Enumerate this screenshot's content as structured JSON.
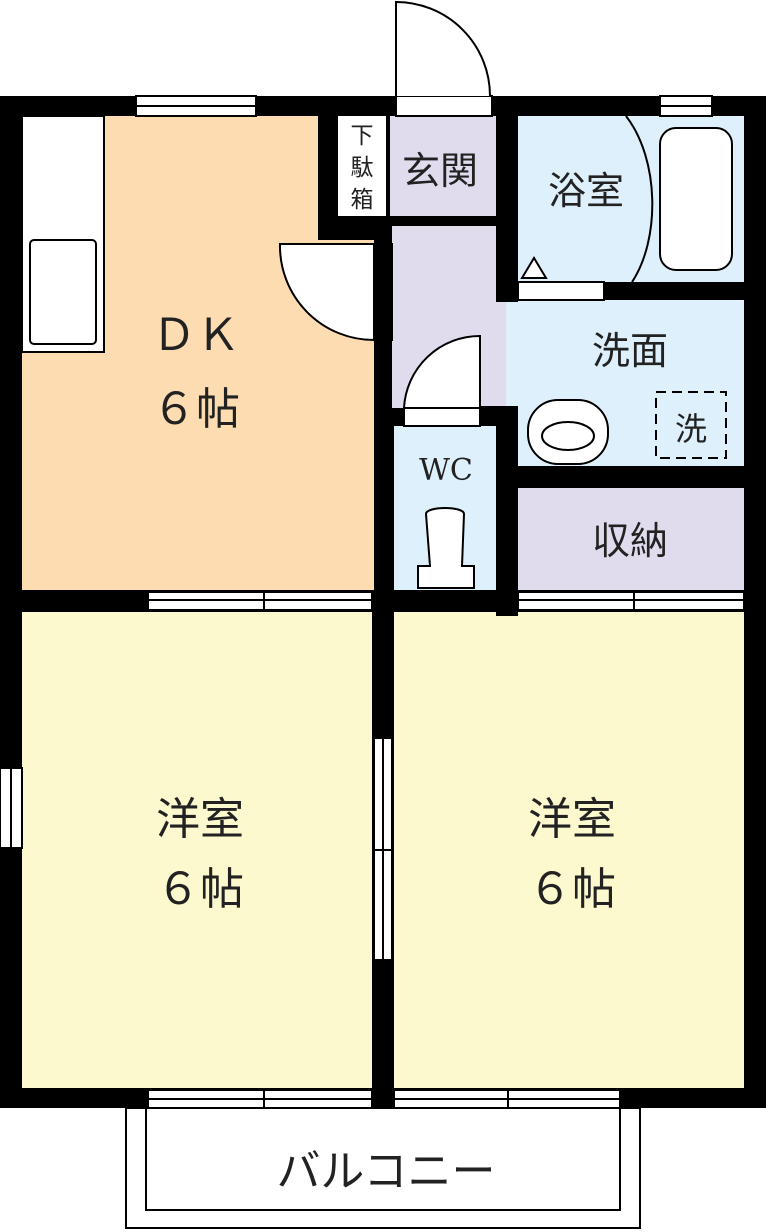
{
  "rooms": {
    "dk": {
      "name": "ＤＫ",
      "size": "６帖"
    },
    "genkan": "玄関",
    "getabako": [
      "下",
      "駄",
      "箱"
    ],
    "bath": "浴室",
    "senmen": "洗面",
    "sentaku": "洗",
    "wc": "WC",
    "storage": "収納",
    "western_left": {
      "name": "洋室",
      "size": "６帖"
    },
    "western_right": {
      "name": "洋室",
      "size": "６帖"
    },
    "balcony": "バルコニー"
  },
  "colors": {
    "wall": "#000000",
    "dk_floor": "#fcdcb0",
    "western_floor": "#fdf9cf",
    "hall_floor": "#e0dcee",
    "wet_floor": "#def0fb",
    "fixture": "#ffffff"
  }
}
